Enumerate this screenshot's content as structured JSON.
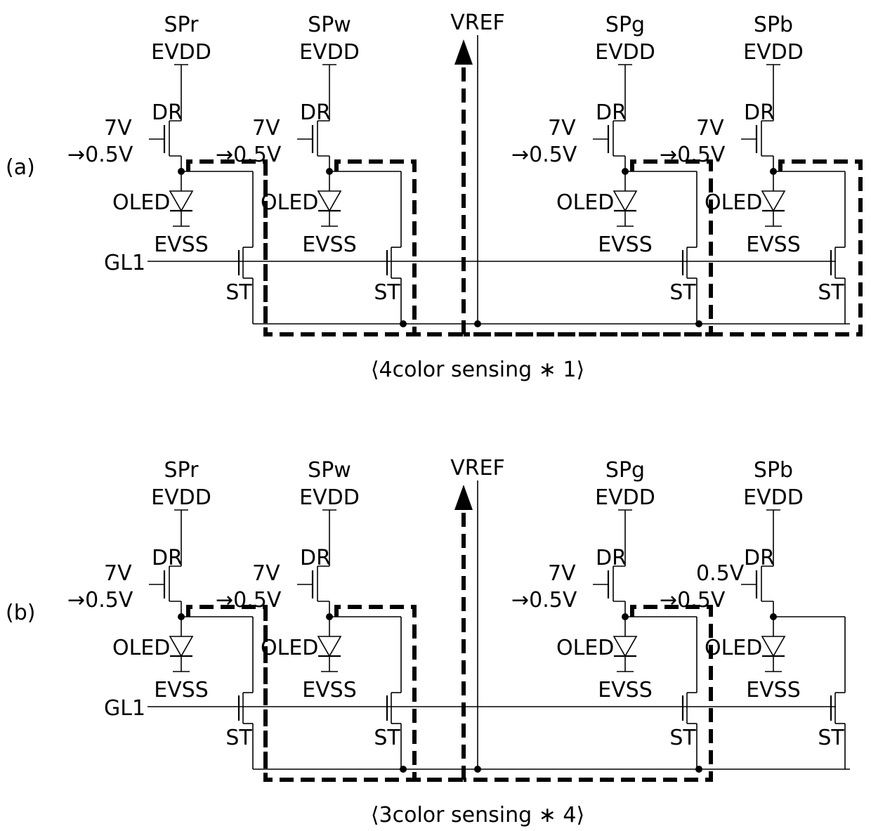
{
  "panels": [
    {
      "label": "(a)",
      "vref": "VREF",
      "gate": "GL1",
      "caption": "⟨4color sensing ∗ 1⟩",
      "pixels": [
        {
          "sp": "SPr",
          "supply": "EVDD",
          "dr": "DR",
          "v_from": "7V",
          "v_to": "→0.5V",
          "oled": "OLED",
          "ground": "EVSS",
          "st": "ST",
          "sensed": true
        },
        {
          "sp": "SPw",
          "supply": "EVDD",
          "dr": "DR",
          "v_from": "7V",
          "v_to": "→0.5V",
          "oled": "OLED",
          "ground": "EVSS",
          "st": "ST",
          "sensed": true
        },
        {
          "sp": "SPg",
          "supply": "EVDD",
          "dr": "DR",
          "v_from": "7V",
          "v_to": "→0.5V",
          "oled": "OLED",
          "ground": "EVSS",
          "st": "ST",
          "sensed": true
        },
        {
          "sp": "SPb",
          "supply": "EVDD",
          "dr": "DR",
          "v_from": "7V",
          "v_to": "→0.5V",
          "oled": "OLED",
          "ground": "EVSS",
          "st": "ST",
          "sensed": true
        }
      ]
    },
    {
      "label": "(b)",
      "vref": "VREF",
      "gate": "GL1",
      "caption": "⟨3color sensing ∗ 4⟩",
      "pixels": [
        {
          "sp": "SPr",
          "supply": "EVDD",
          "dr": "DR",
          "v_from": "7V",
          "v_to": "→0.5V",
          "oled": "OLED",
          "ground": "EVSS",
          "st": "ST",
          "sensed": true
        },
        {
          "sp": "SPw",
          "supply": "EVDD",
          "dr": "DR",
          "v_from": "7V",
          "v_to": "→0.5V",
          "oled": "OLED",
          "ground": "EVSS",
          "st": "ST",
          "sensed": true
        },
        {
          "sp": "SPg",
          "supply": "EVDD",
          "dr": "DR",
          "v_from": "7V",
          "v_to": "→0.5V",
          "oled": "OLED",
          "ground": "EVSS",
          "st": "ST",
          "sensed": true
        },
        {
          "sp": "SPb",
          "supply": "EVDD",
          "dr": "DR",
          "v_from": "0.5V",
          "v_to": "→0.5V",
          "oled": "OLED",
          "ground": "EVSS",
          "st": "ST",
          "sensed": false
        }
      ]
    }
  ]
}
